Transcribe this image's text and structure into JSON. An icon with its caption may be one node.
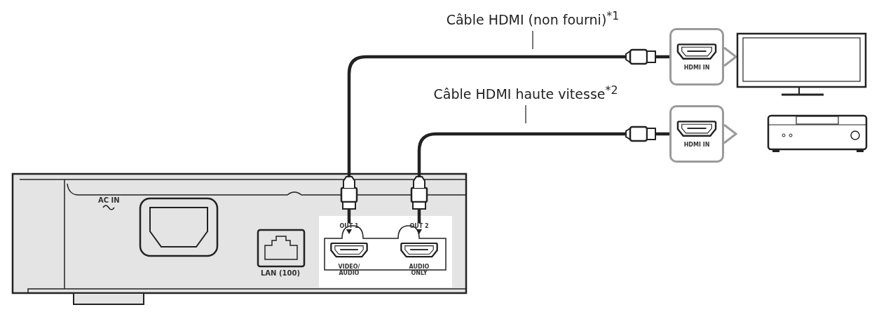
{
  "diagram": {
    "nodes": [
      {
        "text": [
          "Câble HDMI (non fourni)$^{*1}$"
        ]
      },
      {
        "text": [
          "Câble HDMI haute vitesse$^{*2}$"
        ]
      },
      {
        "text": [
          "OUT 1",
          "VIDEO/ AUDIO"
        ]
      },
      {
        "text": [
          "OUT 2",
          "AUDIO ONLY"
        ]
      },
      {
        "text": [
          "HDMI IN"
        ]
      },
      {
        "text": [
          "HDMI IN"
        ]
      }
    ],
    "edges": [
      {
        "from": 0,
        "to": null,
        "arrow": "none"
      },
      {
        "from": 2,
        "to": 4,
        "arrow": "none",
        "style": "thick"
      },
      {
        "from": 1,
        "to": null,
        "arrow": "none"
      },
      {
        "from": 3,
        "to": 5,
        "arrow": "none",
        "style": "thick"
      }
    ],
    "labels": [
      "AC IN",
      "LAN (100)"
    ]
  }
}
